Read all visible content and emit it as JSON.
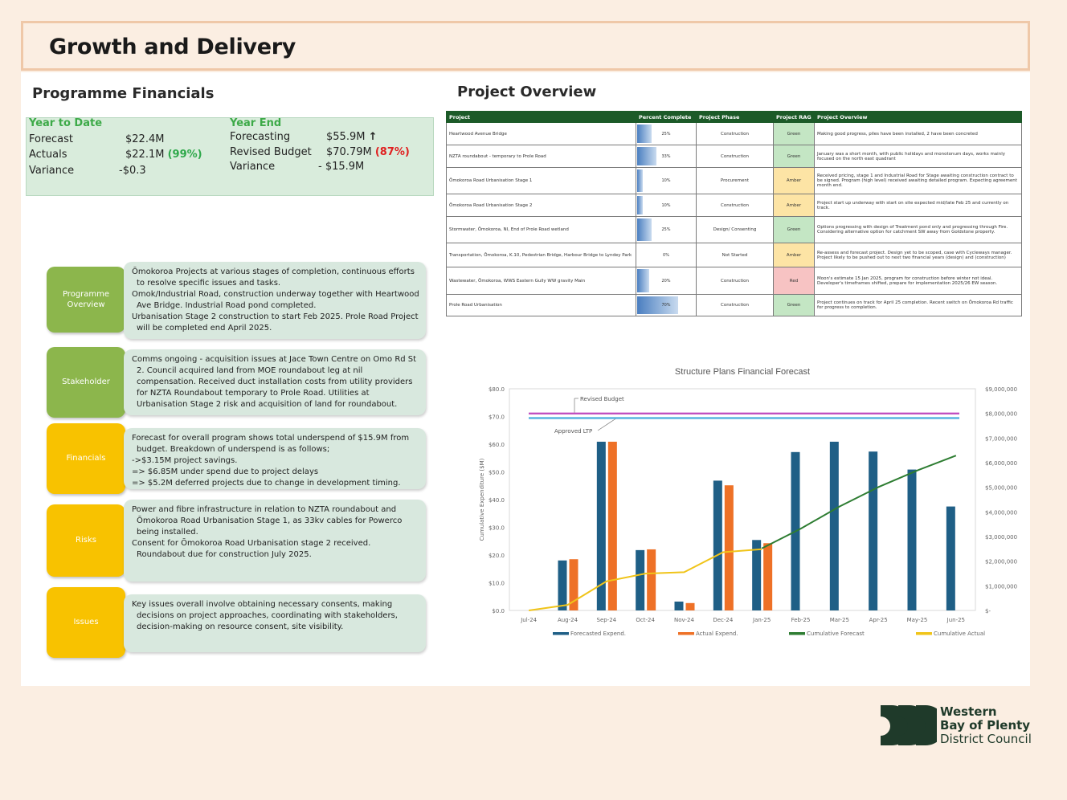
{
  "page": {
    "title": "Growth and Delivery"
  },
  "financials": {
    "title": "Programme Financials",
    "ytd": {
      "heading": "Year to Date",
      "forecast_label": "Forecast",
      "forecast_value": "$22.4M",
      "actuals_label": "Actuals",
      "actuals_value": "$22.1M",
      "actuals_pct": "(99%)",
      "variance_label": "Variance",
      "variance_value": "-$0.3"
    },
    "ye": {
      "heading": "Year End",
      "forecasting_label": "Forecasting",
      "forecasting_value": "$55.9M",
      "revised_label": "Revised Budget",
      "revised_value": "$70.79M",
      "revised_pct": "(87%)",
      "variance_label": "Variance",
      "variance_value": "- $15.9M"
    }
  },
  "summary_cards": [
    {
      "label_l1": "Programme",
      "label_l2": "Overview",
      "color": "#8cb64c",
      "lines": [
        "Ōmokoroa Projects at various stages of completion, continuous efforts to resolve specific issues and tasks.",
        "Omok/Industrial Road, construction underway together with Heartwood Ave Bridge. Industrial Road pond completed.",
        "Urbanisation Stage 2 construction to start Feb 2025. Prole Road Project will be completed end April 2025."
      ]
    },
    {
      "label_l1": "Stakeholder",
      "label_l2": "",
      "color": "#8cb64c",
      "lines": [
        "Comms ongoing - acquisition issues at Jace Town Centre on Omo Rd St 2. Council acquired land from MOE roundabout leg at nil compensation. Received duct installation costs from utility providers for NZTA Roundabout temporary to Prole Road. Utilities at Urbanisation Stage 2 risk and acquisition of land for roundabout."
      ]
    },
    {
      "label_l1": "Financials",
      "label_l2": "",
      "color": "#f8c200",
      "lines": [
        "Forecast for overall program shows total underspend of $15.9M from budget.  Breakdown of underspend is as follows;",
        "->$3.15M project savings.",
        "=> $6.85M under spend due to project delays",
        "=> $5.2M deferred projects due to change in development timing."
      ]
    },
    {
      "label_l1": "Risks",
      "label_l2": "",
      "color": "#f8c200",
      "lines": [
        "Power and fibre infrastructure in relation to NZTA roundabout and Ōmokoroa Road Urbanisation Stage 1, as 33kv cables for Powerco being installed.",
        "Consent for Ōmokoroa Road Urbanisation stage 2 received. Roundabout due for construction July 2025."
      ]
    },
    {
      "label_l1": "Issues",
      "label_l2": "",
      "color": "#f8c200",
      "lines": [
        "Key issues overall involve obtaining necessary consents, making decisions on project approaches, coordinating with stakeholders, decision-making on resource consent, site visibility."
      ]
    }
  ],
  "project_overview": {
    "title": "Project Overview",
    "headers": [
      "Project",
      "Percent Complete",
      "Project Phase",
      "Project RAG",
      "Project Overview"
    ],
    "rows": [
      {
        "project": "Heartwood Avenue Bridge",
        "pct": 25,
        "pct_label": "25%",
        "phase": "Construction",
        "rag": "Green",
        "overview": "Making good progress, piles have been installed, 2 have been concreted"
      },
      {
        "project": "NZTA roundabout - temporary to Prole Road",
        "pct": 33,
        "pct_label": "33%",
        "phase": "Construction",
        "rag": "Green",
        "overview": "January was a short month, with public holidays and monotonum days, works mainly focused on the north east quadrant"
      },
      {
        "project": "Ōmokoroa Road Urbanisation Stage 1",
        "pct": 10,
        "pct_label": "10%",
        "phase": "Procurement",
        "rag": "Amber",
        "overview": "Received pricing, stage 1 and Industrial Road for Stage awaiting construction contract to be signed. Program (high level) received awaiting detailed program. Expecting agreement month end."
      },
      {
        "project": "Ōmokoroa Road Urbanisation Stage 2",
        "pct": 10,
        "pct_label": "10%",
        "phase": "Construction",
        "rag": "Amber",
        "overview": "Project start up underway with start on site expected mid/late Feb 25 and currently on track."
      },
      {
        "project": "Stormwater, Ōmokoroa, NI, End of Prole Road wetland",
        "pct": 25,
        "pct_label": "25%",
        "phase": "Design/ Consenting",
        "rag": "Green",
        "overview": "Options progressing with design of Treatment pond only and progressing through Fire. Considering alternative option for catchment SW away from Goldstone property."
      },
      {
        "project": "Transportation, Ōmokoroa, K.10, Pedestrian Bridge, Harbour Bridge to Lyndey Park",
        "pct": 0,
        "pct_label": "0%",
        "phase": "Not Started",
        "rag": "Amber",
        "overview": "Re-assess and forecast project. Design yet to be scoped, case with Cycleways manager. Project likely to be pushed out to next two financial years (design) and (construction)"
      },
      {
        "project": "Wastewater, Ōmokoroa, WWS Eastern Gully WW gravity Main",
        "pct": 20,
        "pct_label": "20%",
        "phase": "Construction",
        "rag": "Red",
        "overview": "Moon's estimate 15 Jan 2025, program for construction before winter not ideal. Developer's timeframes shifted, prepare for implementation 2025/26 EW season."
      },
      {
        "project": "Prole Road Urbanisation",
        "pct": 70,
        "pct_label": "70%",
        "phase": "Construction",
        "rag": "Green",
        "overview": "Project continues on track for April 25 completion. Recent switch on Ōmokoroa Rd traffic for progress to completion."
      }
    ]
  },
  "chart_data": {
    "type": "bar",
    "title": "Structure Plans Financial Forecast",
    "ylabel": "Cumulative Expenditure ($M)",
    "ylim": [
      0,
      80
    ],
    "y_ticks": [
      "$0.0",
      "$10.0",
      "$20.0",
      "$30.0",
      "$40.0",
      "$50.0",
      "$60.0",
      "$70.0",
      "$80.0"
    ],
    "y2lim": [
      0,
      9000000
    ],
    "y2_ticks": [
      "$-",
      "$1,000,000",
      "$2,000,000",
      "$3,000,000",
      "$4,000,000",
      "$5,000,000",
      "$6,000,000",
      "$7,000,000",
      "$8,000,000",
      "$9,000,000"
    ],
    "categories": [
      "Jul-24",
      "Aug-24",
      "Sep-24",
      "Oct-24",
      "Nov-24",
      "Dec-24",
      "Jan-25",
      "Feb-25",
      "Mar-25",
      "Apr-25",
      "May-25",
      "Jun-25"
    ],
    "bar_series": [
      {
        "name": "Forecasted Expend.",
        "color": "#1f5f86",
        "values": [
          0,
          2030000,
          6850000,
          2450000,
          360000,
          5270000,
          2860000,
          6430000,
          6850000,
          6450000,
          5720000,
          4220000
        ]
      },
      {
        "name": "Actual Expend.",
        "color": "#ee7127",
        "values": [
          0,
          2080000,
          6850000,
          2480000,
          300000,
          5080000,
          2730000,
          null,
          null,
          null,
          null,
          null
        ]
      }
    ],
    "line_series": [
      {
        "name": "Cumulative Forecast",
        "color": "#2e7d32",
        "values": [
          null,
          null,
          null,
          null,
          null,
          null,
          22.4,
          29.5,
          37.5,
          44.5,
          50.5,
          55.9
        ]
      },
      {
        "name": "Cumulative Actual",
        "color": "#f0c419",
        "values": [
          0,
          2.0,
          10.5,
          13.3,
          13.8,
          21.0,
          22.1,
          null,
          null,
          null,
          null,
          null
        ]
      }
    ],
    "reference_lines": [
      {
        "name": "Revised Budget",
        "value": 70.79,
        "color": "#c050c0"
      },
      {
        "name": "Approved LTP",
        "value": 70.0,
        "color": "#5ab4e0"
      }
    ],
    "legend": "bottom",
    "grid": false
  },
  "logo": {
    "line1": "Western",
    "line2": "Bay of Plenty",
    "line3": "District Council",
    "color": "#1f3a2a"
  }
}
